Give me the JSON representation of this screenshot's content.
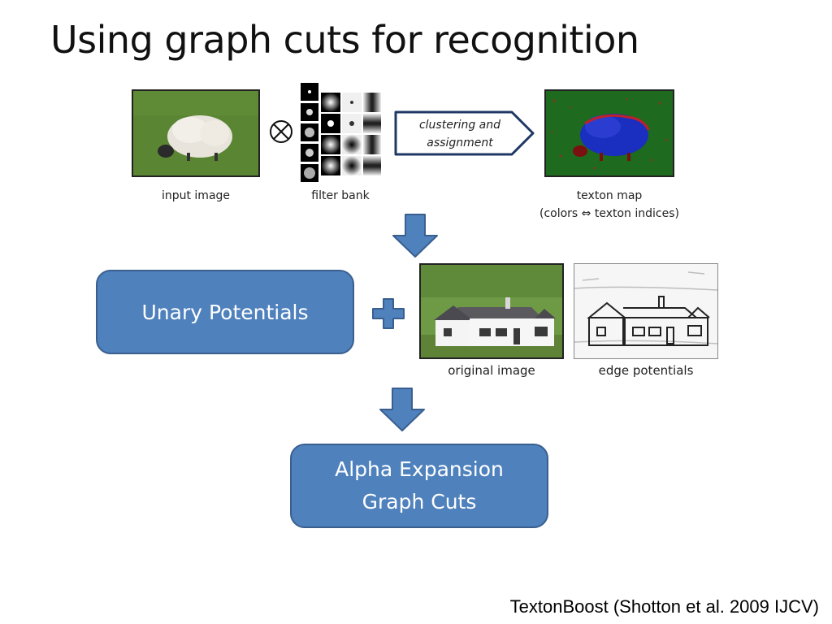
{
  "slide": {
    "title": "Using graph cuts for recognition",
    "credit": "TextonBoost (Shotton et al. 2009 IJCV)"
  },
  "pipeline": {
    "input_image_caption": "input image",
    "filter_bank_caption": "filter bank",
    "operator_symbol": "⊗",
    "arrow_label_line1": "clustering and",
    "arrow_label_line2": "assignment",
    "texton_map_caption": "texton map",
    "texton_map_subcaption": "(colors ⇔ texton indices)"
  },
  "stage2": {
    "unary_label": "Unary Potentials",
    "original_image_caption": "original image",
    "edge_potentials_caption": "edge potentials"
  },
  "stage3": {
    "line1": "Alpha Expansion",
    "line2": "Graph Cuts"
  },
  "colors": {
    "box_fill": "#4f81bd",
    "box_border": "#3a5f8f",
    "arrow_outline": "#1f3864",
    "grass": "#4e7a2c",
    "texton_blue": "#1a2fbf",
    "texton_green": "#1f6b1f"
  }
}
